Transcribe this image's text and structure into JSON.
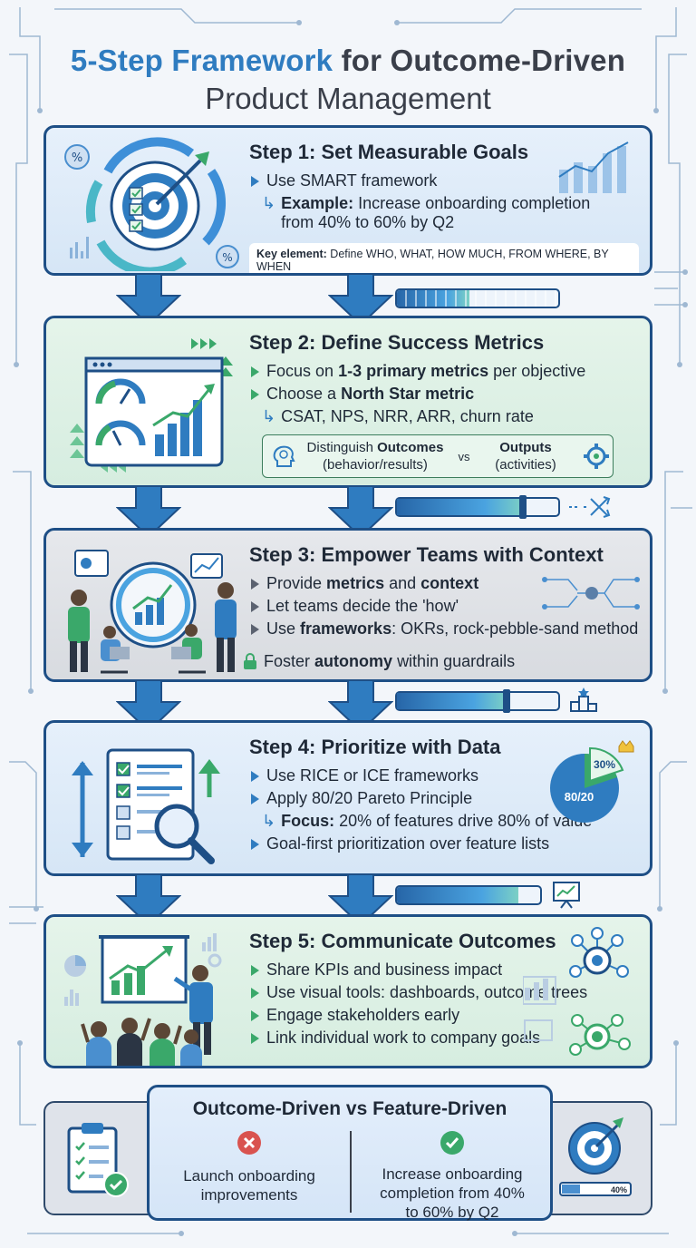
{
  "title": {
    "line1_accent": "5-Step Framework",
    "line1_rest": "for Outcome-Driven",
    "line2": "Product Management"
  },
  "colors": {
    "border": "#1e4f86",
    "accent_blue": "#2f7cc0",
    "accent_green": "#3aa86a",
    "negative": "#d9534f",
    "positive": "#3aa86a"
  },
  "icons": {
    "step1": "target-arrow-icon",
    "step2": "dashboard-gauge-icon",
    "step3": "team-collaboration-icon",
    "step4": "checklist-magnifier-icon",
    "step5": "presentation-audience-icon",
    "compare_left": "clipboard-checklist-icon",
    "compare_right": "target-icon"
  },
  "step1": {
    "title": "Step 1: Set Measurable Goals",
    "bullet1": "Use SMART framework",
    "example_label": "Example:",
    "example_text": "Increase onboarding completion",
    "example_text2": "from 40% to 60% by Q2",
    "key_label": "Key element:",
    "key_text": "Define WHO, WHAT, HOW MUCH, FROM WHERE, BY WHEN",
    "progress": 0.45
  },
  "step2": {
    "title": "Step 2: Define Success Metrics",
    "bullet1_pre": "Focus on",
    "bullet1_bold": "1-3 primary metrics",
    "bullet1_post": "per objective",
    "bullet2_pre": "Choose a",
    "bullet2_bold": "North Star metric",
    "sub": "CSAT, NPS, NRR, ARR, churn rate",
    "dist_pre": "Distinguish",
    "dist_bold": "Outcomes",
    "dist_sub": "(behavior/results)",
    "vs": "vs",
    "outputs_bold": "Outputs",
    "outputs_sub": "(activities)",
    "progress": 0.78
  },
  "step3": {
    "title": "Step 3: Empower Teams with Context",
    "b1_pre": "Provide",
    "b1_bold1": "metrics",
    "b1_mid": "and",
    "b1_bold2": "context",
    "b2": "Let teams decide the 'how'",
    "b3_pre": "Use",
    "b3_bold": "frameworks",
    "b3_post": ": OKRs, rock-pebble-sand method",
    "b4_pre": "Foster",
    "b4_bold": "autonomy",
    "b4_post": "within guardrails",
    "progress": 0.68
  },
  "step4": {
    "title": "Step 4: Prioritize with Data",
    "b1": "Use RICE or ICE frameworks",
    "b2": "Apply 80/20 Pareto Principle",
    "focus_label": "Focus:",
    "focus_text": "20% of features drive 80% of value",
    "b3": "Goal-first prioritization over feature lists",
    "pie_small": "30%",
    "pie_big": "80/20",
    "progress": 0.85
  },
  "step5": {
    "title": "Step 5: Communicate Outcomes",
    "b1": "Share KPIs and business impact",
    "b2": "Use visual tools: dashboards, outcome trees",
    "b3": "Engage stakeholders early",
    "b4": "Link individual work to company goals"
  },
  "compare": {
    "title": "Outcome-Driven vs Feature-Driven",
    "left_line1": "Launch onboarding",
    "left_line2": "improvements",
    "right_line1": "Increase onboarding",
    "right_line2": "completion from 40%",
    "right_line3": "to 60% by Q2",
    "gauge_label": "40%",
    "gauge_level": 0.4
  }
}
